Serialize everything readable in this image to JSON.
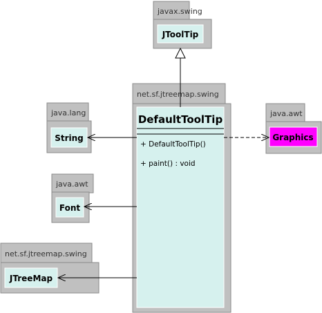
{
  "colors": {
    "package_fill": "#c0c0c0",
    "package_stroke": "#8a8a8a",
    "class_fill": "#d6f1ee",
    "highlight_fill": "#ff00ff",
    "line": "#000000"
  },
  "packages": {
    "javax_swing": "javax.swing",
    "jtreemap_main": "net.sf.jtreemap.swing",
    "java_lang": "java.lang",
    "java_awt_graphics": "java.awt",
    "java_awt_font": "java.awt",
    "jtreemap_ref": "net.sf.jtreemap.swing"
  },
  "classes": {
    "jtooltip": "JToolTip",
    "defaulttooltip": "DefaultToolTip",
    "string": "String",
    "graphics": "Graphics",
    "font": "Font",
    "jtreemap": "JTreeMap"
  },
  "members": {
    "constructor": "+ DefaultToolTip()",
    "paint": "+ paint() : void"
  }
}
